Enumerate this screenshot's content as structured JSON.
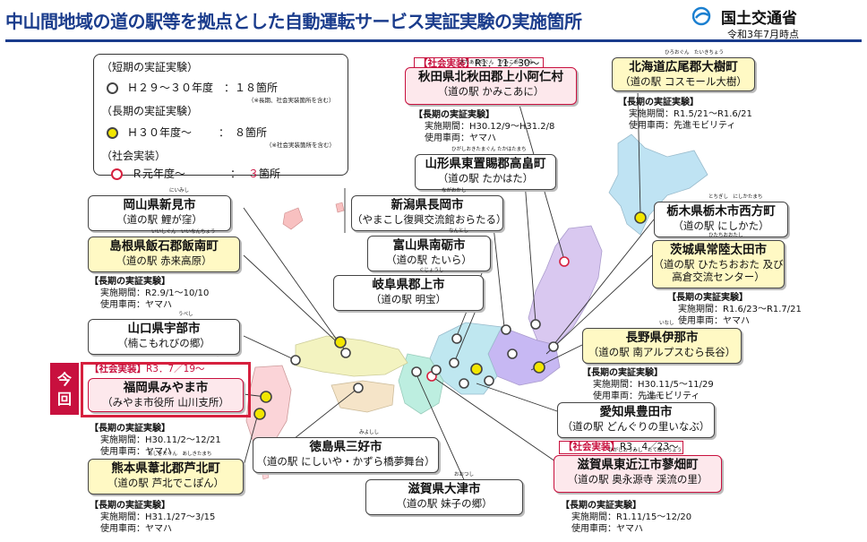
{
  "header": {
    "title": "中山間地域の道の駅等を拠点とした自動運転サービス実証実験の実施箇所",
    "logo_text": "国土交通省",
    "date": "令和3年7月時点"
  },
  "legend": {
    "short_heading": "（短期の実証実験）",
    "short_label": "Ｈ２９～３０年度",
    "short_count": "：１８箇所",
    "short_note": "（※長期、社会実装箇所を含む）",
    "long_heading": "（長期の実証実験）",
    "long_label": "Ｈ３０年度～",
    "long_count": "：　８箇所",
    "long_note": "（※社会実装箇所を含む）",
    "social_heading": "（社会実装）",
    "social_label": "Ｒ元年度～",
    "social_count_prefix": "：",
    "social_count_num": "３",
    "social_count_suffix": "箇所"
  },
  "konkai": "今回",
  "sites": {
    "akita": {
      "tag_prefix": "【社会実装】",
      "tag_date": "R1．11／30～",
      "ruby": "きたあきたぐん　かみこあにむら",
      "name": "秋田県北秋田郡上小阿仁村",
      "sub": "（道の駅 かみこあに）"
    },
    "akita_info": {
      "h": "【長期の実証実験】",
      "l1": "実施期間：H30.12/9～H31.2/8",
      "l2": "使用車両：ヤマハ"
    },
    "hokkaido": {
      "ruby": "ひろおぐん　たいきちょう",
      "name": "北海道広尾郡大樹町",
      "sub": "（道の駅 コスモール大樹）"
    },
    "hokkaido_info": {
      "h": "【長期の実証実験】",
      "l1": "実施期間：R1.5/21～R1.6/21",
      "l2": "使用車両：先進モビリティ"
    },
    "yamagata": {
      "ruby": "ひがしおきたまぐん たかはたまち",
      "name": "山形県東置賜郡高畠町",
      "sub": "（道の駅 たかはた）"
    },
    "niigata": {
      "ruby": "ながおかし",
      "name": "新潟県長岡市",
      "sub": "（やまこし復興交流館おらたる）"
    },
    "tochigi": {
      "ruby": "とちぎし　にしかたまち",
      "name": "栃木県栃木市西方町",
      "sub": "（道の駅 にしかた）"
    },
    "okayama": {
      "ruby": "にいみし",
      "name": "岡山県新見市",
      "sub": "（道の駅 鯉が窪）"
    },
    "toyama": {
      "ruby": "なんとし",
      "name": "富山県南砺市",
      "sub": "（道の駅 たいら）"
    },
    "ibaraki": {
      "ruby": "ひたちおおたし",
      "name": "茨城県常陸太田市",
      "sub": "（道の駅 ひたちおおた 及び",
      "sub2": "高倉交流センター）"
    },
    "ibaraki_info": {
      "h": "【長期の実証実験】",
      "l1": "実施期間：R1.6/23～R1.7/21",
      "l2": "使用車両：ヤマハ"
    },
    "shimane": {
      "ruby": "いいしぐん　いいなんちょう",
      "name": "島根県飯石郡飯南町",
      "sub": "（道の駅 赤来高原）"
    },
    "shimane_info": {
      "h": "【長期の実証実験】",
      "l1": "実施期間：R2.9/1～10/10",
      "l2": "使用車両：ヤマハ"
    },
    "gifu": {
      "ruby": "ぐじょうし",
      "name": "岐阜県郡上市",
      "sub": "（道の駅 明宝）"
    },
    "yamaguchi": {
      "ruby": "うべし",
      "name": "山口県宇部市",
      "sub": "（楠こもれびの郷）"
    },
    "nagano": {
      "ruby": "いなし",
      "name": "長野県伊那市",
      "sub": "（道の駅 南アルプスむら長谷）"
    },
    "nagano_info": {
      "h": "【長期の実証実験】",
      "l1": "実施期間：H30.11/5～11/29",
      "l2": "使用車両：先進モビリティ"
    },
    "fukuoka": {
      "tag_prefix": "【社会実装】",
      "tag_date": "R3．7／19～",
      "name": "福岡県みやま市",
      "sub": "（みやま市役所 山川支所）"
    },
    "fukuoka_info": {
      "h": "【長期の実証実験】",
      "l1": "実施期間：H30.11/2～12/21",
      "l2": "使用車両：ヤマハ"
    },
    "aichi": {
      "ruby": "とよたし",
      "name": "愛知県豊田市",
      "sub": "（道の駅 どんぐりの里いなぶ）"
    },
    "tokushima": {
      "ruby": "みよしし",
      "name": "徳島県三好市",
      "sub": "（道の駅 にしいや・かずら橋夢舞台）"
    },
    "shiga_higashi": {
      "tag_prefix": "【社会実装】",
      "tag_date": "R3．4／23～",
      "ruby": "ひがしおうみし　たてはたちょう",
      "name": "滋賀県東近江市蓼畑町",
      "sub": "（道の駅 奥永源寺 渓流の里）"
    },
    "shiga_higashi_info": {
      "h": "【長期の実証実験】",
      "l1": "実施期間：R1.11/15～12/20",
      "l2": "使用車両：ヤマハ"
    },
    "kumamoto": {
      "ruby": "あしきたぐん　あしきたまち",
      "name": "熊本県葦北郡芦北町",
      "sub": "（道の駅 芦北でこぽん）"
    },
    "kumamoto_info": {
      "h": "【長期の実証実験】",
      "l1": "実施期間：H31.1/27～3/15",
      "l2": "使用車両：ヤマハ"
    },
    "shiga_otsu": {
      "ruby": "おおつし",
      "name": "滋賀県大津市",
      "sub": "（道の駅 妹子の郷）"
    }
  },
  "colors": {
    "title": "#1a3c8c",
    "accent_red": "#c8103e",
    "long_dot": "#f2e600"
  }
}
